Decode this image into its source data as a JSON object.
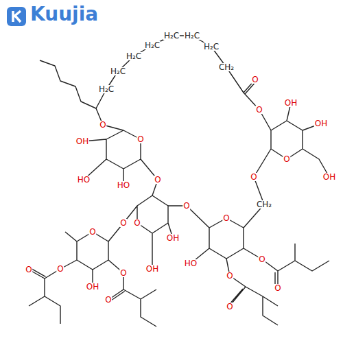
{
  "diagram": {
    "labels": [
      "Kuujia",
      "H₂C",
      "H₂C",
      "H₂C",
      "H₂C",
      "H₂C",
      "H₂C",
      "H₂C",
      "CH₂",
      "O",
      "O",
      "OH",
      "OH",
      "O",
      "OH",
      "O",
      "CH₂",
      "O",
      "O",
      "HO",
      "O",
      "O",
      "O",
      "O",
      "O",
      "O",
      "OH",
      "HO",
      "HO",
      "O",
      "O",
      "OH",
      "OH",
      "O",
      "O",
      "O",
      "O",
      "OH",
      "O",
      "O"
    ]
  }
}
